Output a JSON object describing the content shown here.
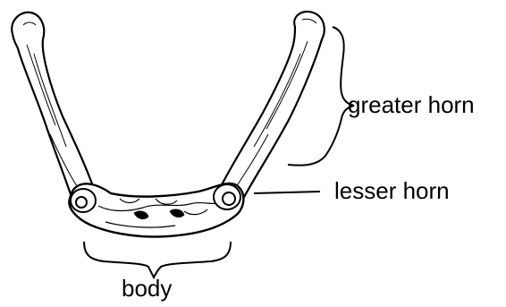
{
  "labels": {
    "greater_horn": "greater horn",
    "lesser_horn": "lesser horn",
    "body": "body"
  },
  "colors": {
    "ink": "#000000",
    "bone_fill": "#ffffff",
    "background": "#ffffff"
  }
}
